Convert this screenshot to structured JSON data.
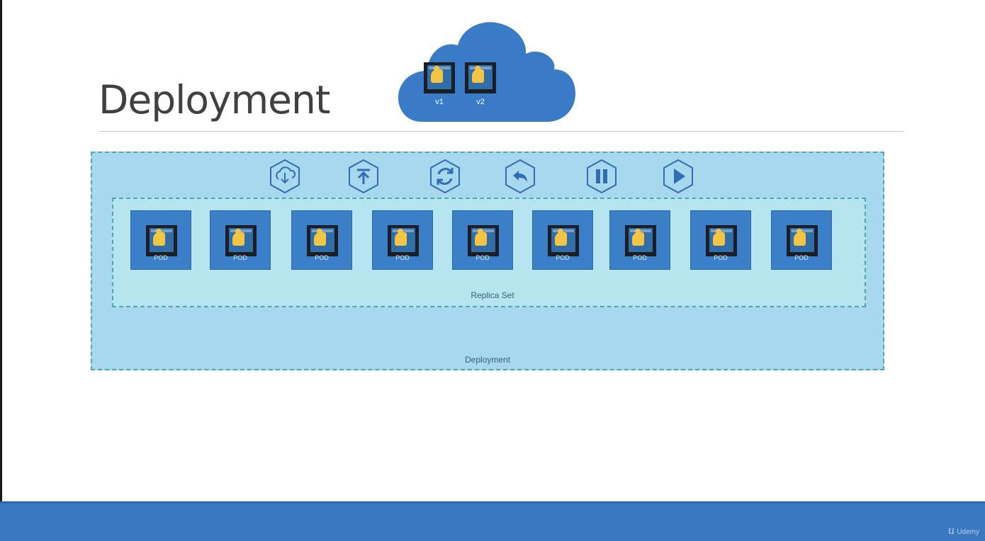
{
  "slide": {
    "title": "Deployment"
  },
  "cloud": {
    "items": [
      {
        "label": "v1"
      },
      {
        "label": "v2"
      }
    ]
  },
  "actions": [
    {
      "name": "download-icon"
    },
    {
      "name": "upload-icon"
    },
    {
      "name": "refresh-icon"
    },
    {
      "name": "undo-icon"
    },
    {
      "name": "pause-icon"
    },
    {
      "name": "play-icon"
    }
  ],
  "pods": [
    {
      "label": "POD"
    },
    {
      "label": "POD"
    },
    {
      "label": "POD"
    },
    {
      "label": "POD"
    },
    {
      "label": "POD"
    },
    {
      "label": "POD"
    },
    {
      "label": "POD"
    },
    {
      "label": "POD"
    },
    {
      "label": "POD"
    }
  ],
  "replica_set_label": "Replica Set",
  "deployment_label": "Deployment",
  "footer": {
    "brand": "Udemy"
  },
  "colors": {
    "cloud": "#3a7bc8",
    "deployment_bg": "#a8d8ee",
    "replicaset_bg": "#b5e5ef",
    "pod_bg": "#3a7fc7",
    "bar": "#3a78c1"
  }
}
